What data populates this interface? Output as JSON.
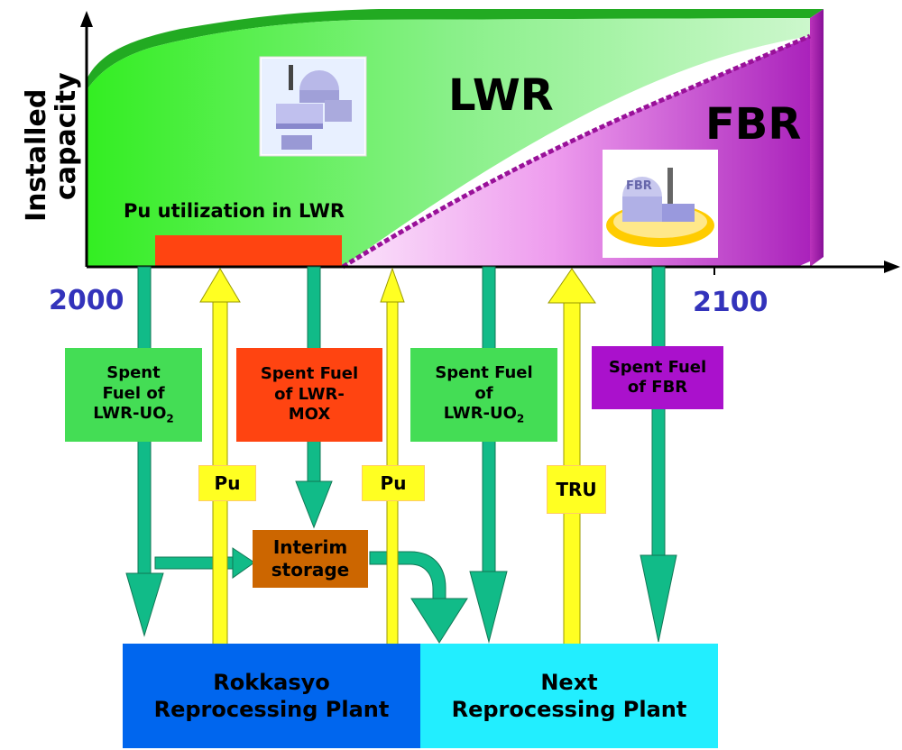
{
  "axis": {
    "ylabel_line1": "Installed",
    "ylabel_line2": "capacity",
    "x_start": "2000",
    "x_end": "2100"
  },
  "regions": {
    "lwr": "LWR",
    "fbr": "FBR",
    "pu_util": "Pu utilization in LWR",
    "fbr_icon_text": "FBR"
  },
  "labels": {
    "sf_lwr_uo2_1": [
      "Spent",
      "Fuel of",
      "LWR-UO"
    ],
    "sf_lwr_uo2_1_sub": "2",
    "sf_lwr_mox": [
      "Spent Fuel",
      "of LWR-",
      "MOX"
    ],
    "sf_lwr_uo2_2": [
      "Spent Fuel",
      "of",
      "LWR-UO"
    ],
    "sf_lwr_uo2_2_sub": "2",
    "sf_fbr": [
      "Spent Fuel",
      "of FBR"
    ],
    "pu1": "Pu",
    "pu2": "Pu",
    "tru": "TRU",
    "interim": [
      "Interim",
      "storage"
    ]
  },
  "plants": {
    "rokkasyo": [
      "Rokkasyo",
      "Reprocessing Plant"
    ],
    "next": [
      "Next",
      "Reprocessing Plant"
    ]
  },
  "colors": {
    "lwr_green": "#33ee33",
    "lwr_green_dark": "#22aa22",
    "fbr_purple": "#aa22bb",
    "fbr_light": "#f5c8f5",
    "orange_red": "#ff4411",
    "teal_arrow": "#11bb88",
    "yellow_arrow": "#ffff22",
    "interim_brown": "#cc6600",
    "label_green": "#44dd55",
    "label_purple": "#aa11cc",
    "rokkasyo_blue": "#0066ee",
    "next_cyan": "#22eeff",
    "year_blue": "#3333bb"
  }
}
